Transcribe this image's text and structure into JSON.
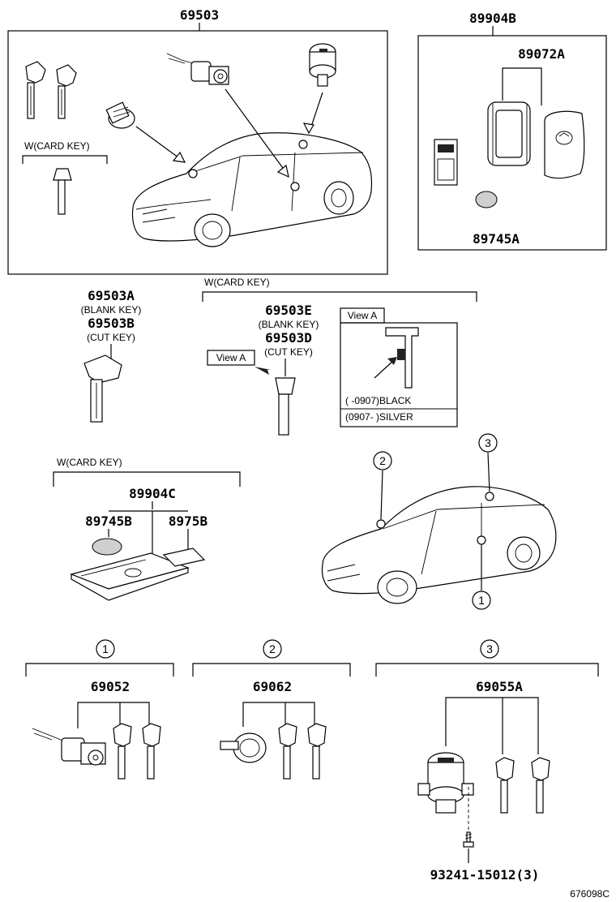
{
  "labels": {
    "p69503": "69503",
    "p89904B": "89904B",
    "p89072A": "89072A",
    "p89745A": "89745A",
    "p69503A": "69503A",
    "blank_key_1": "(BLANK KEY)",
    "p69503B": "69503B",
    "cut_key_1": "(CUT KEY)",
    "p69503E": "69503E",
    "blank_key_2": "(BLANK KEY)",
    "p69503D": "69503D",
    "cut_key_2": "(CUT KEY)",
    "wcard_1": "W(CARD KEY)",
    "wcard_2": "W(CARD KEY)",
    "wcard_3": "W(CARD KEY)",
    "view_a_1": "View A",
    "view_a_2": "View A",
    "black_row": "(      -0907)BLACK",
    "silver_row": "(0907-      )SILVER",
    "p89904C": "89904C",
    "p89745B": "89745B",
    "p8975B": "8975B",
    "c1_top": "1",
    "c2_top": "2",
    "c3_top": "3",
    "c1_car": "1",
    "c2_car": "2",
    "c3_car": "3",
    "p69052": "69052",
    "p69062": "69062",
    "p69055A": "69055A",
    "p93241": "93241-15012(3)",
    "figure_id": "676098C"
  }
}
